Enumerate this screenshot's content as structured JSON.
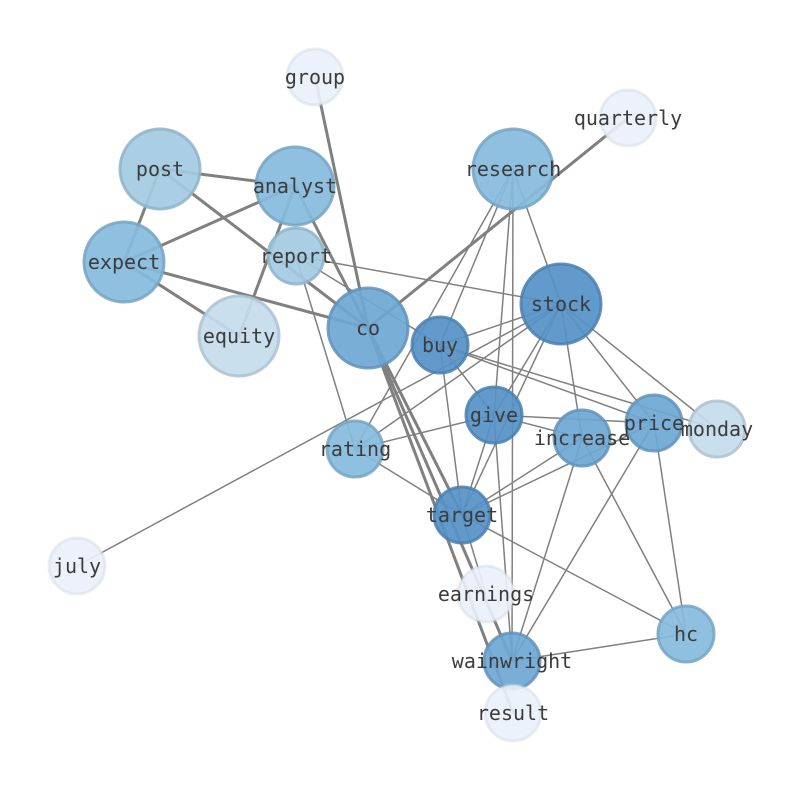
{
  "graph": {
    "nodes": [
      {
        "id": "group",
        "label": "group",
        "weight": 1
      },
      {
        "id": "quarterly",
        "label": "quarterly",
        "weight": 1
      },
      {
        "id": "post",
        "label": "post",
        "weight": 3
      },
      {
        "id": "analyst",
        "label": "analyst",
        "weight": 4
      },
      {
        "id": "research",
        "label": "research",
        "weight": 4
      },
      {
        "id": "expect",
        "label": "expect",
        "weight": 4
      },
      {
        "id": "report",
        "label": "report",
        "weight": 3
      },
      {
        "id": "stock",
        "label": "stock",
        "weight": 7
      },
      {
        "id": "equity",
        "label": "equity",
        "weight": 2
      },
      {
        "id": "co",
        "label": "co",
        "weight": 6
      },
      {
        "id": "buy",
        "label": "buy",
        "weight": 7
      },
      {
        "id": "give",
        "label": "give",
        "weight": 7
      },
      {
        "id": "price",
        "label": "price",
        "weight": 6
      },
      {
        "id": "monday",
        "label": "monday",
        "weight": 2
      },
      {
        "id": "rating",
        "label": "rating",
        "weight": 4
      },
      {
        "id": "increase",
        "label": "increase",
        "weight": 5
      },
      {
        "id": "target",
        "label": "target",
        "weight": 7
      },
      {
        "id": "july",
        "label": "july",
        "weight": 1
      },
      {
        "id": "earnings",
        "label": "earnings",
        "weight": 1
      },
      {
        "id": "hc",
        "label": "hc",
        "weight": 4
      },
      {
        "id": "wainwright",
        "label": "wainwright",
        "weight": 5
      },
      {
        "id": "result",
        "label": "result",
        "weight": 1
      }
    ],
    "edges": [
      {
        "source": "group",
        "target": "co",
        "weight": 2
      },
      {
        "source": "quarterly",
        "target": "co",
        "weight": 2
      },
      {
        "source": "post",
        "target": "analyst",
        "weight": 2
      },
      {
        "source": "post",
        "target": "expect",
        "weight": 2
      },
      {
        "source": "post",
        "target": "co",
        "weight": 2
      },
      {
        "source": "analyst",
        "target": "expect",
        "weight": 2
      },
      {
        "source": "analyst",
        "target": "equity",
        "weight": 2
      },
      {
        "source": "analyst",
        "target": "co",
        "weight": 2
      },
      {
        "source": "expect",
        "target": "co",
        "weight": 2
      },
      {
        "source": "expect",
        "target": "equity",
        "weight": 2
      },
      {
        "source": "co",
        "target": "target",
        "weight": 2
      },
      {
        "source": "co",
        "target": "wainwright",
        "weight": 2
      },
      {
        "source": "co",
        "target": "result",
        "weight": 2
      },
      {
        "source": "report",
        "target": "stock",
        "weight": 1
      },
      {
        "source": "report",
        "target": "buy",
        "weight": 1
      },
      {
        "source": "report",
        "target": "rating",
        "weight": 1
      },
      {
        "source": "research",
        "target": "buy",
        "weight": 1
      },
      {
        "source": "research",
        "target": "stock",
        "weight": 1
      },
      {
        "source": "research",
        "target": "give",
        "weight": 1
      },
      {
        "source": "research",
        "target": "wainwright",
        "weight": 1
      },
      {
        "source": "research",
        "target": "rating",
        "weight": 1
      },
      {
        "source": "stock",
        "target": "buy",
        "weight": 1
      },
      {
        "source": "stock",
        "target": "give",
        "weight": 1
      },
      {
        "source": "stock",
        "target": "price",
        "weight": 1
      },
      {
        "source": "stock",
        "target": "monday",
        "weight": 1
      },
      {
        "source": "stock",
        "target": "increase",
        "weight": 1
      },
      {
        "source": "stock",
        "target": "target",
        "weight": 1
      },
      {
        "source": "stock",
        "target": "rating",
        "weight": 1
      },
      {
        "source": "stock",
        "target": "july",
        "weight": 1
      },
      {
        "source": "buy",
        "target": "give",
        "weight": 1
      },
      {
        "source": "buy",
        "target": "price",
        "weight": 1
      },
      {
        "source": "buy",
        "target": "monday",
        "weight": 1
      },
      {
        "source": "buy",
        "target": "target",
        "weight": 1
      },
      {
        "source": "give",
        "target": "price",
        "weight": 1
      },
      {
        "source": "give",
        "target": "increase",
        "weight": 1
      },
      {
        "source": "give",
        "target": "rating",
        "weight": 1
      },
      {
        "source": "give",
        "target": "target",
        "weight": 1
      },
      {
        "source": "give",
        "target": "wainwright",
        "weight": 1
      },
      {
        "source": "price",
        "target": "target",
        "weight": 1
      },
      {
        "source": "price",
        "target": "hc",
        "weight": 1
      },
      {
        "source": "price",
        "target": "wainwright",
        "weight": 1
      },
      {
        "source": "increase",
        "target": "target",
        "weight": 1
      },
      {
        "source": "increase",
        "target": "wainwright",
        "weight": 1
      },
      {
        "source": "increase",
        "target": "hc",
        "weight": 1
      },
      {
        "source": "rating",
        "target": "target",
        "weight": 1
      },
      {
        "source": "target",
        "target": "earnings",
        "weight": 1
      },
      {
        "source": "target",
        "target": "hc",
        "weight": 1
      },
      {
        "source": "wainwright",
        "target": "hc",
        "weight": 1
      }
    ]
  },
  "colors": {
    "edge": "#808080",
    "label": "#3c3c3c",
    "palette": [
      "#eaf1fb",
      "#c6dcec",
      "#a3cbe3",
      "#86bbdc",
      "#6ea7d3",
      "#5591c7"
    ]
  }
}
